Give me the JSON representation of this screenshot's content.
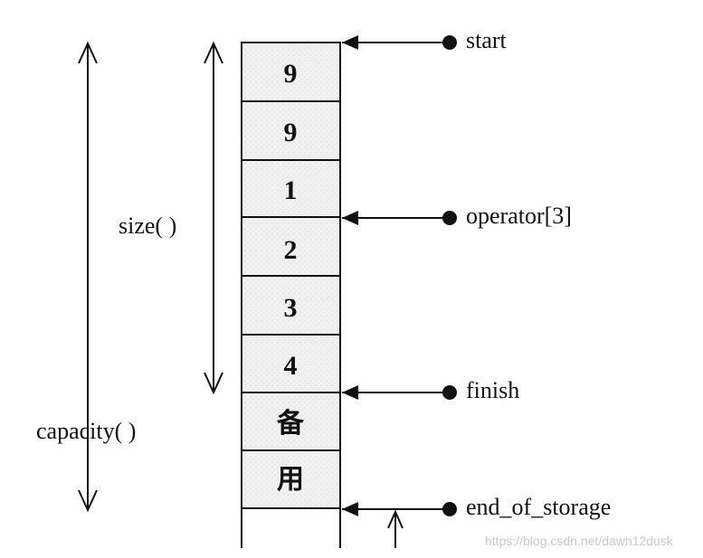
{
  "cells": [
    "9",
    "9",
    "1",
    "2",
    "3",
    "4",
    "备",
    "用",
    ""
  ],
  "pointers": {
    "start": "start",
    "operator": "operator[3]",
    "finish": "finish",
    "end_of_storage": "end_of_storage"
  },
  "labels": {
    "size": "size( )",
    "capacity": "capacity( )"
  },
  "watermark": "https://blog.csdn.net/dawn12dusk",
  "colors": {
    "ink": "#111111",
    "used_fill": "#ececec",
    "watermark": "#c8c8c8"
  }
}
